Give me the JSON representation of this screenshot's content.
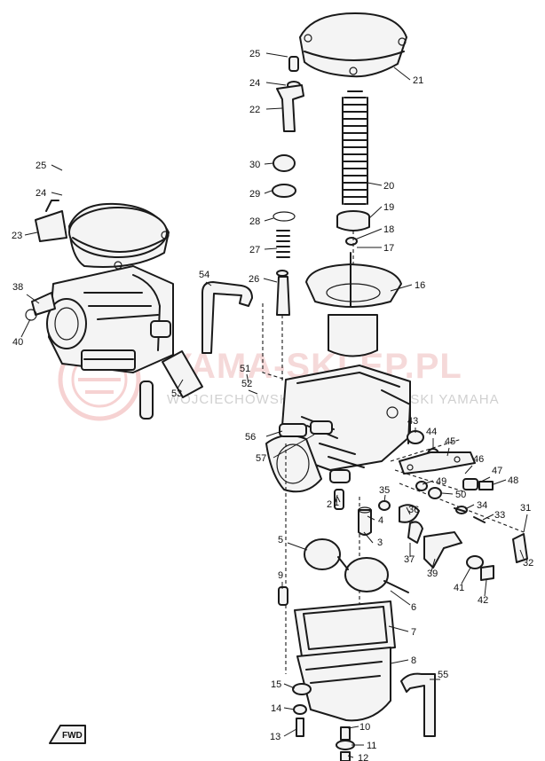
{
  "watermark": {
    "main": "YAMA-SKLEP.PL",
    "sub": "WOJCIECHOWSKI / WOJCIECHOWSKI YAMAHA",
    "color": "#e06a6a"
  },
  "fwd_label": "FWD",
  "callouts": [
    {
      "id": "1"
    },
    {
      "id": "2"
    },
    {
      "id": "3"
    },
    {
      "id": "4"
    },
    {
      "id": "5"
    },
    {
      "id": "6"
    },
    {
      "id": "7"
    },
    {
      "id": "8"
    },
    {
      "id": "9"
    },
    {
      "id": "10"
    },
    {
      "id": "11"
    },
    {
      "id": "12"
    },
    {
      "id": "13"
    },
    {
      "id": "14"
    },
    {
      "id": "15"
    },
    {
      "id": "16"
    },
    {
      "id": "17"
    },
    {
      "id": "18"
    },
    {
      "id": "19"
    },
    {
      "id": "20"
    },
    {
      "id": "21"
    },
    {
      "id": "22"
    },
    {
      "id": "23"
    },
    {
      "id": "24"
    },
    {
      "id": "24"
    },
    {
      "id": "25"
    },
    {
      "id": "25"
    },
    {
      "id": "26"
    },
    {
      "id": "27"
    },
    {
      "id": "28"
    },
    {
      "id": "29"
    },
    {
      "id": "30"
    },
    {
      "id": "31"
    },
    {
      "id": "32"
    },
    {
      "id": "33"
    },
    {
      "id": "34"
    },
    {
      "id": "35"
    },
    {
      "id": "36"
    },
    {
      "id": "37"
    },
    {
      "id": "38"
    },
    {
      "id": "39"
    },
    {
      "id": "40"
    },
    {
      "id": "41"
    },
    {
      "id": "42"
    },
    {
      "id": "43"
    },
    {
      "id": "44"
    },
    {
      "id": "45"
    },
    {
      "id": "46"
    },
    {
      "id": "47"
    },
    {
      "id": "48"
    },
    {
      "id": "49"
    },
    {
      "id": "50"
    },
    {
      "id": "51"
    },
    {
      "id": "52"
    },
    {
      "id": "53"
    },
    {
      "id": "54"
    },
    {
      "id": "55"
    },
    {
      "id": "56"
    },
    {
      "id": "57"
    }
  ]
}
